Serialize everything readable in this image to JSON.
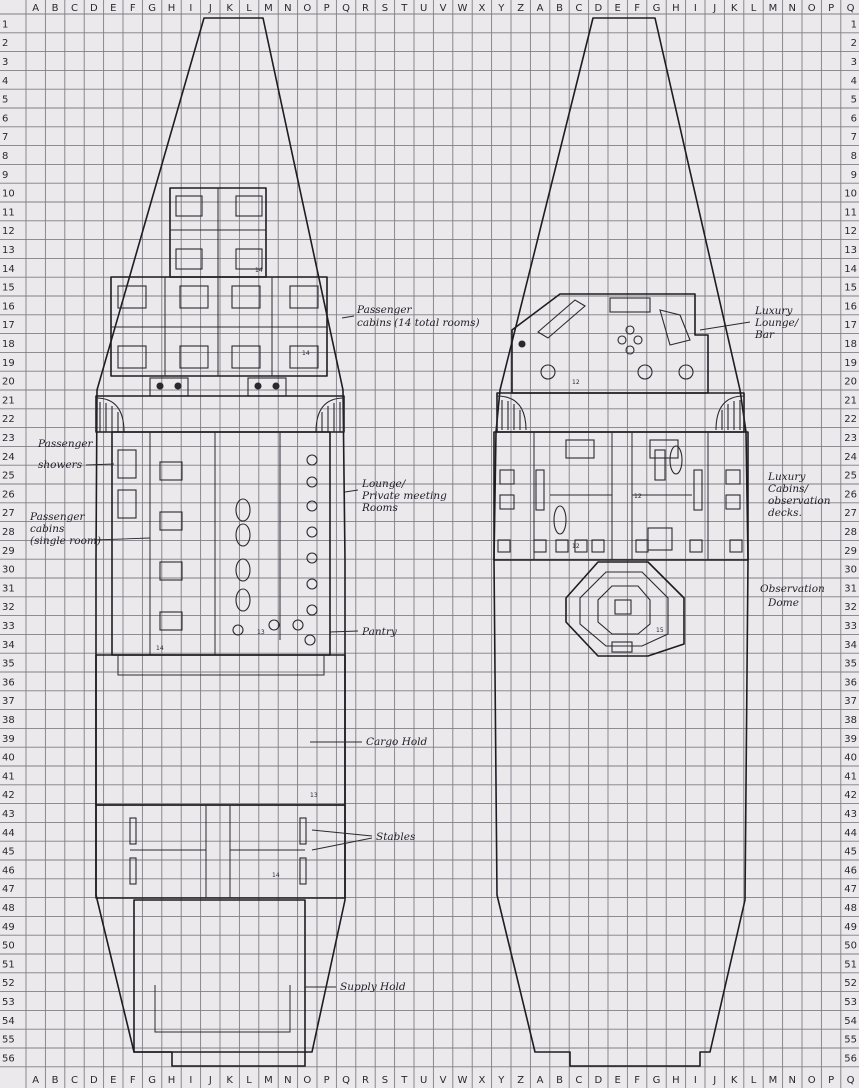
{
  "grid": {
    "columns": [
      "A",
      "B",
      "C",
      "D",
      "E",
      "F",
      "G",
      "H",
      "I",
      "J",
      "K",
      "L",
      "M",
      "N",
      "O",
      "P",
      "Q",
      "R",
      "S",
      "T",
      "U",
      "V",
      "W",
      "X",
      "Y",
      "Z",
      "A",
      "B",
      "C",
      "D",
      "E",
      "F",
      "G",
      "H",
      "I",
      "J",
      "K",
      "L",
      "M",
      "N",
      "O",
      "P",
      "Q"
    ],
    "rows": [
      "1",
      "2",
      "3",
      "4",
      "5",
      "6",
      "7",
      "8",
      "9",
      "10",
      "11",
      "12",
      "13",
      "14",
      "15",
      "16",
      "17",
      "18",
      "19",
      "20",
      "21",
      "22",
      "23",
      "24",
      "25",
      "26",
      "27",
      "28",
      "29",
      "30",
      "31",
      "32",
      "33",
      "34",
      "35",
      "36",
      "37",
      "38",
      "39",
      "40",
      "41",
      "42",
      "43",
      "44",
      "45",
      "46",
      "47",
      "48",
      "49",
      "50",
      "51",
      "52",
      "53",
      "54",
      "55",
      "56"
    ]
  },
  "ship_left": {
    "labels": {
      "passenger_cabins": [
        "Passenger",
        "cabins",
        "(14 total rooms)"
      ],
      "passenger_showers": [
        "Passenger",
        "showers"
      ],
      "passenger_cabins_single": [
        "Passenger",
        "cabins",
        "(single room)"
      ],
      "lounge": [
        "Lounge/",
        "Private meeting",
        "Rooms"
      ],
      "pantry": "Pantry",
      "cargo_hold": "Cargo Hold",
      "stables": "Stables",
      "supply_hold": "Supply Hold"
    },
    "marks": [
      "14",
      "13",
      "14",
      "14",
      "13",
      "14"
    ]
  },
  "ship_right": {
    "labels": {
      "luxury_lounge": [
        "Luxury",
        "Lounge/",
        "Bar"
      ],
      "luxury_cabins": [
        "Luxury",
        "Cabins/",
        "observation",
        "decks."
      ],
      "observation_dome": [
        "Observation",
        "Dome"
      ]
    },
    "marks": [
      "12",
      "12",
      "12",
      "15"
    ]
  }
}
